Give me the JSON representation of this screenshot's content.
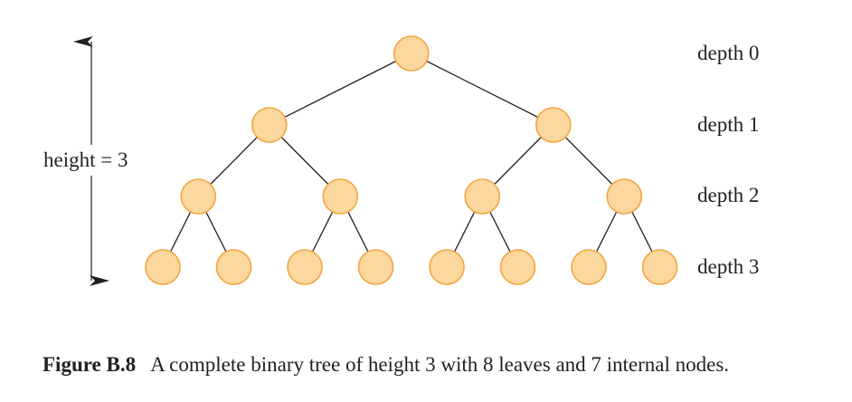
{
  "figure": {
    "height_label": "height = 3",
    "depth_labels": [
      "depth 0",
      "depth 1",
      "depth 2",
      "depth 3"
    ],
    "caption_number": "Figure B.8",
    "caption_text": "A complete binary tree of height 3 with 8 leaves and 7 internal nodes.",
    "tree": {
      "height": 3,
      "leaves": 8,
      "internal_nodes": 7
    }
  },
  "colors": {
    "node_fill": "#fcd89e",
    "node_stroke": "#f2a541",
    "edge": "#231f20",
    "text": "#231f20"
  }
}
